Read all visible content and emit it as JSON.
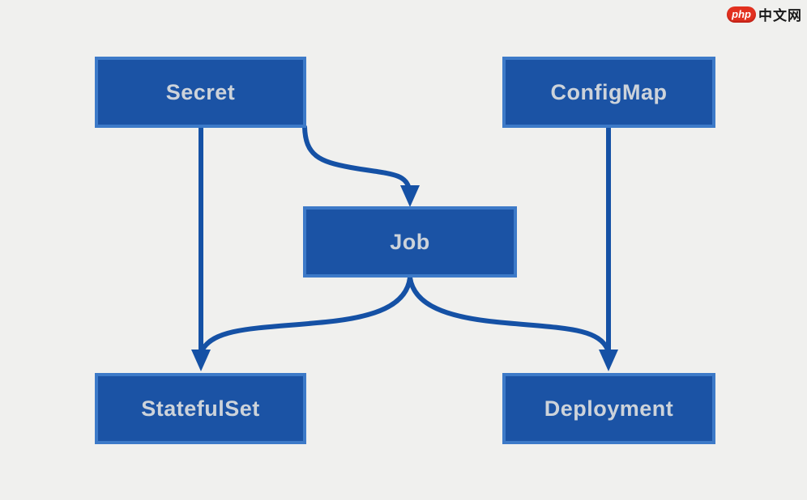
{
  "diagram": {
    "type": "flowchart",
    "nodes": [
      {
        "id": "secret",
        "label": "Secret"
      },
      {
        "id": "configmap",
        "label": "ConfigMap"
      },
      {
        "id": "job",
        "label": "Job"
      },
      {
        "id": "statefulset",
        "label": "StatefulSet"
      },
      {
        "id": "deployment",
        "label": "Deployment"
      }
    ],
    "edges": [
      {
        "from": "Secret",
        "to": "StatefulSet"
      },
      {
        "from": "Secret",
        "to": "Job"
      },
      {
        "from": "ConfigMap",
        "to": "Deployment"
      },
      {
        "from": "Job",
        "to": "StatefulSet"
      },
      {
        "from": "Job",
        "to": "Deployment"
      }
    ],
    "colors": {
      "background": "#f0f0ee",
      "node_fill": "#1b53a5",
      "node_border": "#3d7ac8",
      "node_text": "#cdd3da",
      "arrow": "#1551a5",
      "badge": "#e2301f"
    }
  },
  "watermark": {
    "badge": "php",
    "text": "中文网"
  }
}
